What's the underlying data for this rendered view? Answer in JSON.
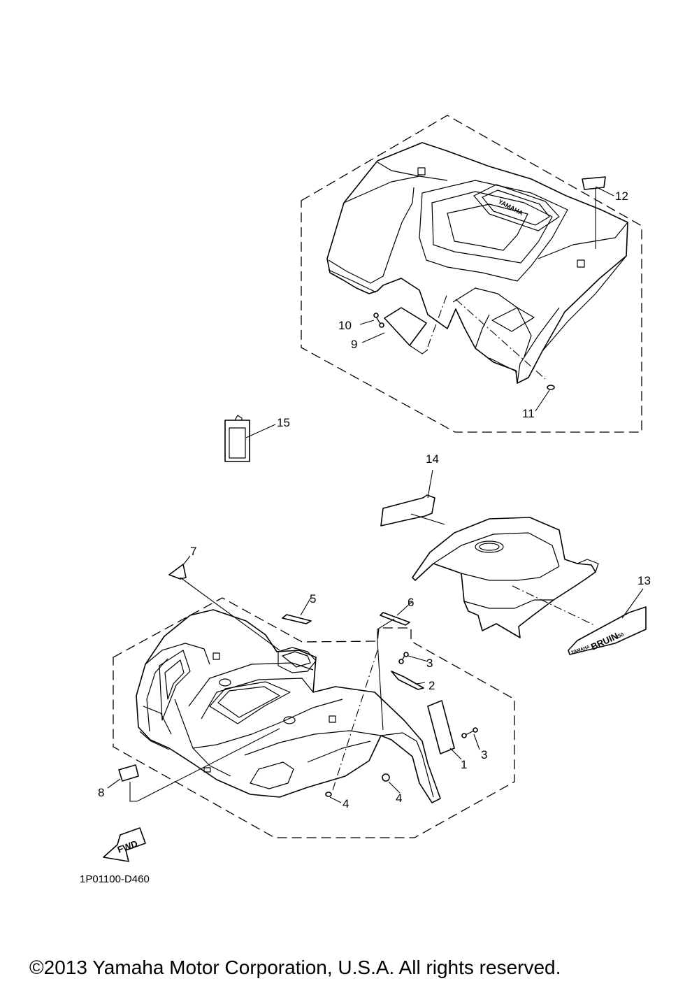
{
  "diagram": {
    "callouts": {
      "c1": "1",
      "c2": "2",
      "c3a": "3",
      "c3b": "3",
      "c4a": "4",
      "c4b": "4",
      "c5": "5",
      "c6": "6",
      "c7": "7",
      "c8": "8",
      "c9": "9",
      "c10": "10",
      "c11": "11",
      "c12": "12",
      "c13": "13",
      "c14": "14",
      "c15": "15"
    },
    "fwd_label": "FWD",
    "rear_emblem": "YAMAHA",
    "side_graphic": {
      "model": "BRUIN",
      "brand": "YAMAHA",
      "size": "350"
    },
    "diagram_code": "1P01100-D460",
    "copyright": "©2013 Yamaha Motor Corporation, U.S.A. All rights reserved."
  },
  "colors": {
    "line": "#000000",
    "background": "#ffffff"
  }
}
